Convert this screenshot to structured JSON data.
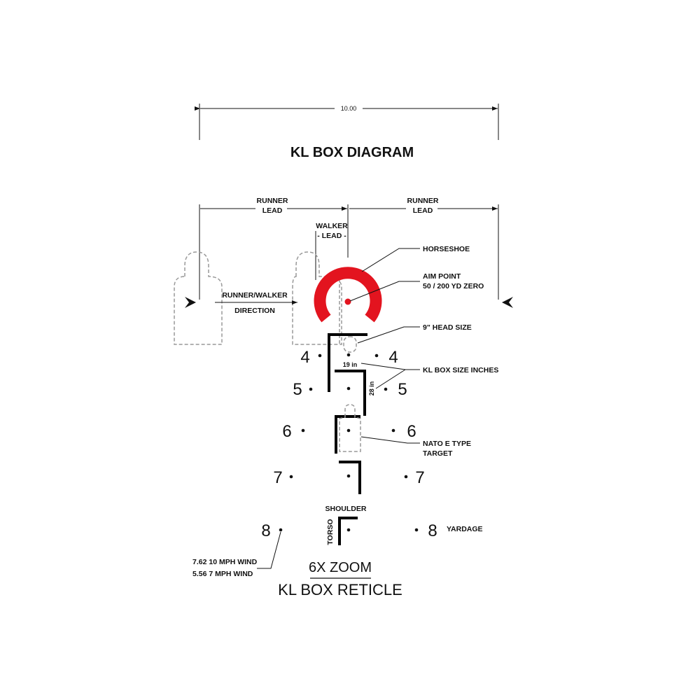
{
  "dimension_top": "10.00",
  "title": "KL BOX DIAGRAM",
  "runner_lead_left": [
    "RUNNER",
    "LEAD"
  ],
  "runner_lead_right": [
    "RUNNER",
    "LEAD"
  ],
  "walker_lead": [
    "WALKER",
    "- LEAD -"
  ],
  "direction": [
    "RUNNER/WALKER",
    "DIRECTION"
  ],
  "callouts": {
    "horseshoe": "HORSESHOE",
    "aim_point": [
      "AIM POINT",
      "50 / 200 YD ZERO"
    ],
    "head_size": "9\" HEAD SIZE",
    "box_size": "KL BOX SIZE INCHES",
    "nato": [
      "NATO E TYPE",
      "TARGET"
    ],
    "yardage": "YARDAGE"
  },
  "box_width": "19 in",
  "box_height": "28 in",
  "yardages": [
    "4",
    "5",
    "6",
    "7",
    "8"
  ],
  "shoulder": "SHOULDER",
  "torso": "TORSO",
  "wind": [
    "7.62 10 MPH WIND",
    "5.56  7 MPH WIND"
  ],
  "zoom": "6X ZOOM",
  "reticle": "KL BOX RETICLE",
  "colors": {
    "red": "#e3141f",
    "ink": "#111111",
    "dash": "#999999"
  }
}
